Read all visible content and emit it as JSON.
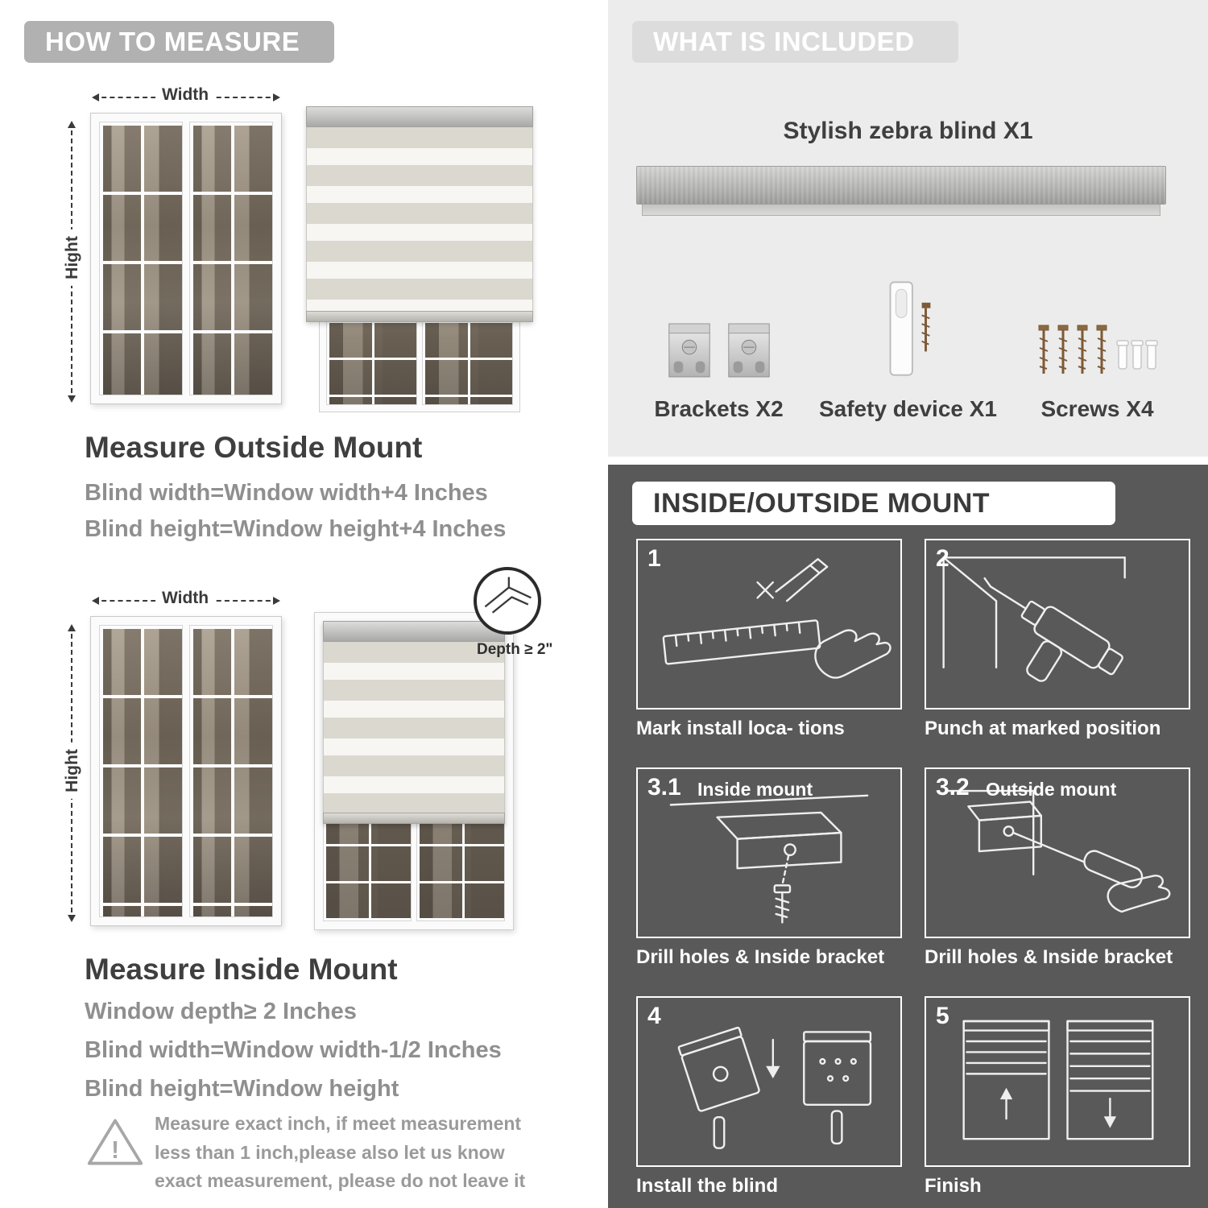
{
  "palette": {
    "header_pill_gray": "#b1b1b1",
    "included_panel_bg": "#ececec",
    "mount_panel_bg": "#595959",
    "heading_text": "#3f3f3f",
    "body_text_gray": "#8f8f8f"
  },
  "left": {
    "header": "HOW TO MEASURE",
    "outside": {
      "width_label": "Width",
      "height_label": "Hight",
      "title": "Measure Outside Mount",
      "lines": [
        "Blind width=Window width+4 Inches",
        "Blind height=Window height+4 Inches"
      ]
    },
    "inside": {
      "width_label": "Width",
      "height_label": "Hight",
      "depth_callout": "Depth ≥ 2\"",
      "title": "Measure Inside Mount",
      "lines": [
        "Window depth≥ 2 Inches",
        "Blind width=Window width-1/2 Inches",
        "Blind height=Window height"
      ]
    },
    "note": "Measure exact inch, if meet measurement less than 1 inch,please also let us know exact measurement, please do not leave it"
  },
  "right": {
    "included": {
      "header": "WHAT IS INCLUDED",
      "blind_label": "Stylish zebra blind X1",
      "items": [
        {
          "name": "brackets",
          "label": "Brackets X2"
        },
        {
          "name": "safety-device",
          "label": "Safety device X1"
        },
        {
          "name": "screws",
          "label": "Screws X4"
        }
      ]
    },
    "mount": {
      "header": "INSIDE/OUTSIDE MOUNT",
      "steps": [
        {
          "num": "1",
          "caption": "Mark install loca- tions"
        },
        {
          "num": "2",
          "caption": "Punch at  marked position"
        },
        {
          "num": "3.1",
          "inner_label": "Inside mount",
          "caption": "Drill holes &  Inside bracket"
        },
        {
          "num": "3.2",
          "inner_label": "Outside mount",
          "caption": "Drill holes &  Inside bracket"
        },
        {
          "num": "4",
          "caption": "Install the blind"
        },
        {
          "num": "5",
          "caption": "Finish"
        }
      ]
    }
  }
}
